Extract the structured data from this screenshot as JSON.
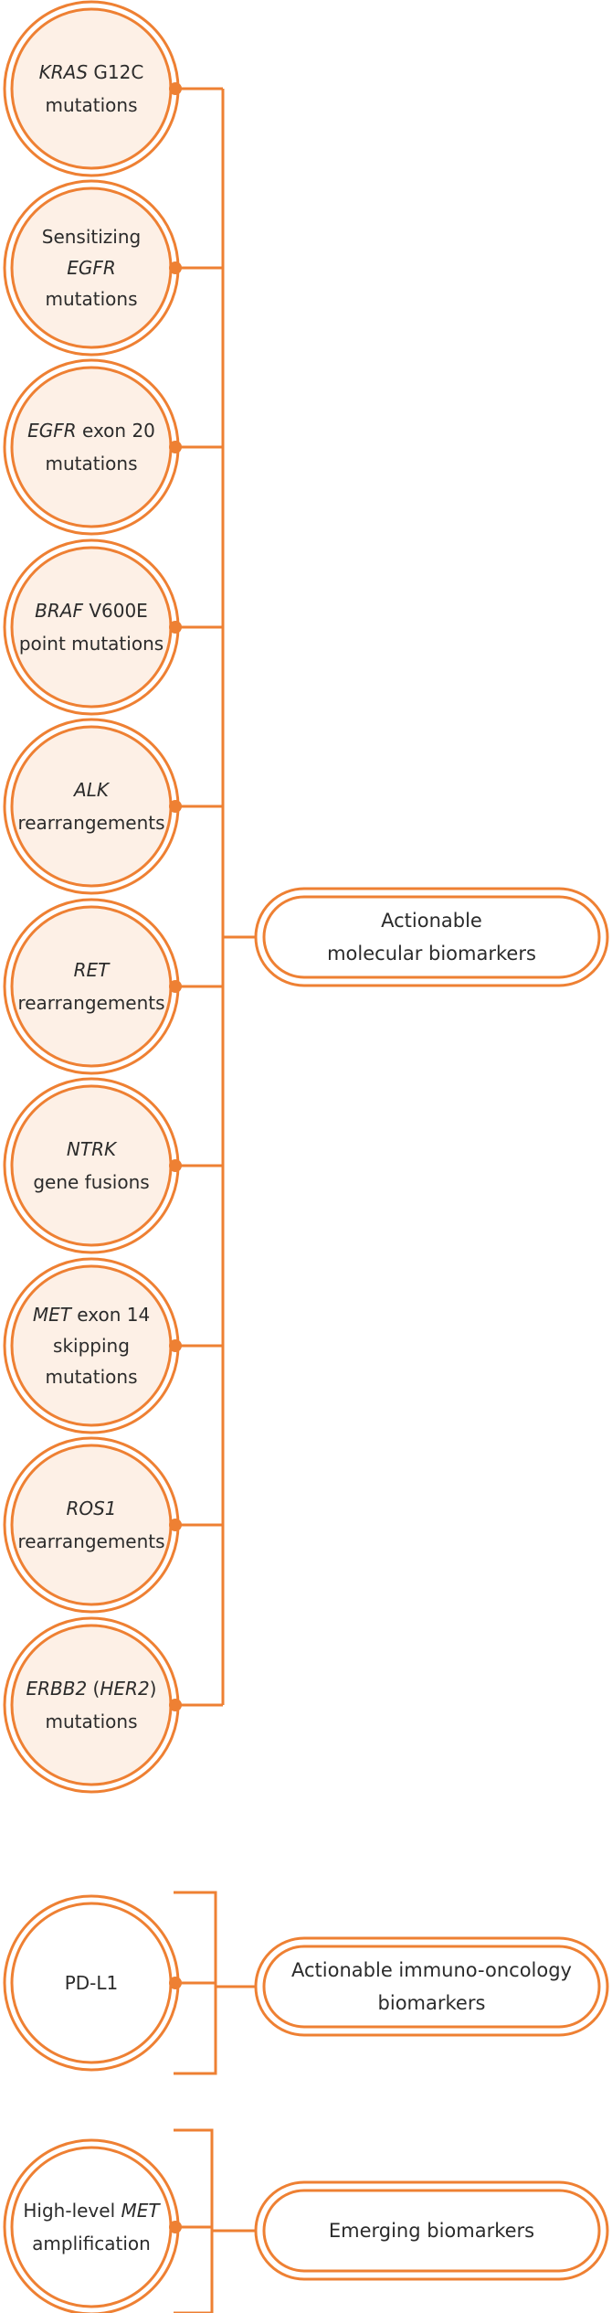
{
  "colors": {
    "accent": "#EE8033",
    "fill_light": "#FDF0E6",
    "fill_white": "#FFFFFF",
    "text": "#2B2B2B"
  },
  "groups": [
    {
      "id": "molecular",
      "pill": {
        "lines": [
          [
            {
              "t": "Actionable",
              "i": false
            }
          ],
          [
            {
              "t": "molecular biomarkers",
              "i": false
            }
          ]
        ]
      },
      "circles": [
        {
          "lines": [
            [
              {
                "t": "KRAS",
                "i": true
              },
              {
                "t": " G12C",
                "i": false
              }
            ],
            [
              {
                "t": "mutations",
                "i": false
              }
            ]
          ]
        },
        {
          "lines": [
            [
              {
                "t": "Sensitizing",
                "i": false
              }
            ],
            [
              {
                "t": "EGFR",
                "i": true
              }
            ],
            [
              {
                "t": "mutations",
                "i": false
              }
            ]
          ]
        },
        {
          "lines": [
            [
              {
                "t": "EGFR",
                "i": true
              },
              {
                "t": " exon 20",
                "i": false
              }
            ],
            [
              {
                "t": "mutations",
                "i": false
              }
            ]
          ]
        },
        {
          "lines": [
            [
              {
                "t": "BRAF",
                "i": true
              },
              {
                "t": " V600E",
                "i": false
              }
            ],
            [
              {
                "t": "point mutations",
                "i": false
              }
            ]
          ]
        },
        {
          "lines": [
            [
              {
                "t": "ALK",
                "i": true
              }
            ],
            [
              {
                "t": "rearrangements",
                "i": false
              }
            ]
          ]
        },
        {
          "lines": [
            [
              {
                "t": "RET",
                "i": true
              }
            ],
            [
              {
                "t": "rearrangements",
                "i": false
              }
            ]
          ]
        },
        {
          "lines": [
            [
              {
                "t": "NTRK",
                "i": true
              }
            ],
            [
              {
                "t": "gene fusions",
                "i": false
              }
            ]
          ]
        },
        {
          "lines": [
            [
              {
                "t": "MET",
                "i": true
              },
              {
                "t": " exon 14",
                "i": false
              }
            ],
            [
              {
                "t": "skipping",
                "i": false
              }
            ],
            [
              {
                "t": "mutations",
                "i": false
              }
            ]
          ]
        },
        {
          "lines": [
            [
              {
                "t": "ROS1",
                "i": true
              }
            ],
            [
              {
                "t": "rearrangements",
                "i": false
              }
            ]
          ]
        },
        {
          "lines": [
            [
              {
                "t": "ERBB2",
                "i": true
              },
              {
                "t": " (",
                "i": false
              },
              {
                "t": "HER2",
                "i": true
              },
              {
                "t": ")",
                "i": false
              }
            ],
            [
              {
                "t": "mutations",
                "i": false
              }
            ]
          ]
        }
      ]
    },
    {
      "id": "immuno",
      "pill": {
        "lines": [
          [
            {
              "t": "Actionable immuno-oncology",
              "i": false
            }
          ],
          [
            {
              "t": "biomarkers",
              "i": false
            }
          ]
        ]
      },
      "circles": [
        {
          "lines": [
            [
              {
                "t": "PD-L1",
                "i": false
              }
            ]
          ]
        }
      ]
    },
    {
      "id": "emerging",
      "pill": {
        "lines": [
          [
            {
              "t": "Emerging biomarkers",
              "i": false
            }
          ]
        ]
      },
      "circles": [
        {
          "lines": [
            [
              {
                "t": "High-level ",
                "i": false
              },
              {
                "t": "MET",
                "i": true
              }
            ],
            [
              {
                "t": "amplification",
                "i": false
              }
            ]
          ]
        }
      ]
    }
  ]
}
